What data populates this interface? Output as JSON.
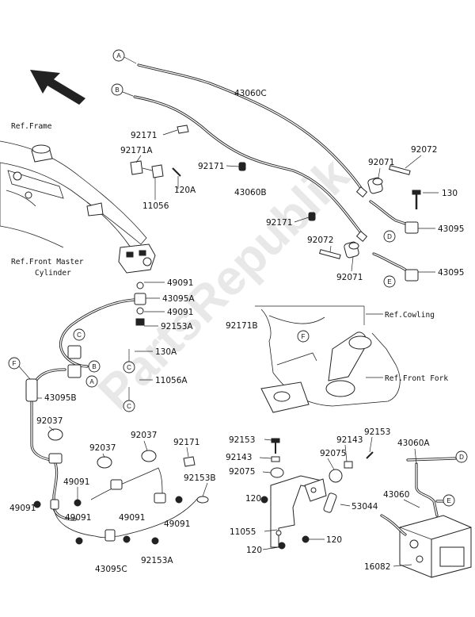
{
  "watermark": "PartsRepublik",
  "callouts": {
    "A1": "A",
    "B1": "B",
    "C1": "C",
    "C2": "C",
    "B2": "B",
    "A2": "A",
    "F1": "F",
    "F2": "F",
    "C3": "C",
    "D1": "D",
    "E1": "E",
    "D2": "D",
    "E2": "E"
  },
  "refs": {
    "frame": "Ref.Frame",
    "master_1": "Ref.Front Master",
    "master_2": "Cylinder",
    "cowling": "Ref.Cowling",
    "fork": "Ref.Front Fork"
  },
  "parts": {
    "p43060C": "43060C",
    "p43060B": "43060B",
    "p92171_top": "92171",
    "p92171A": "92171A",
    "p92171_mid": "92171",
    "p120A": "120A",
    "p11056": "11056",
    "p92071_top": "92071",
    "p92072_top": "92072",
    "p130": "130",
    "p92171_r": "92171",
    "p43095_1": "43095",
    "p92072_mid": "92072",
    "p92071_mid": "92071",
    "p43095_2": "43095",
    "p49091_1": "49091",
    "p43095A": "43095A",
    "p49091_2": "49091",
    "p92153A_top": "92153A",
    "p92171B": "92171B",
    "p130A": "130A",
    "p11056A": "11056A",
    "p43095B": "43095B",
    "p92037_l": "92037",
    "p92037_m": "92037",
    "p92037_r": "92037",
    "p92171_bot": "92171",
    "p92153B": "92153B",
    "p49091_3": "49091",
    "p49091_4": "49091",
    "p49091_5": "49091",
    "p49091_6": "49091",
    "p49091_7": "49091",
    "p43095C": "43095C",
    "p92153A_bot": "92153A",
    "p92153_1": "92153",
    "p92143_1": "92143",
    "p92075_1": "92075",
    "p92143_2": "92143",
    "p92153_2": "92153",
    "p92075_2": "92075",
    "p120_1": "120",
    "p11055": "11055",
    "p120_2": "120",
    "p120_3": "120",
    "p53044": "53044",
    "p43060A": "43060A",
    "p43060": "43060",
    "p16082": "16082"
  }
}
